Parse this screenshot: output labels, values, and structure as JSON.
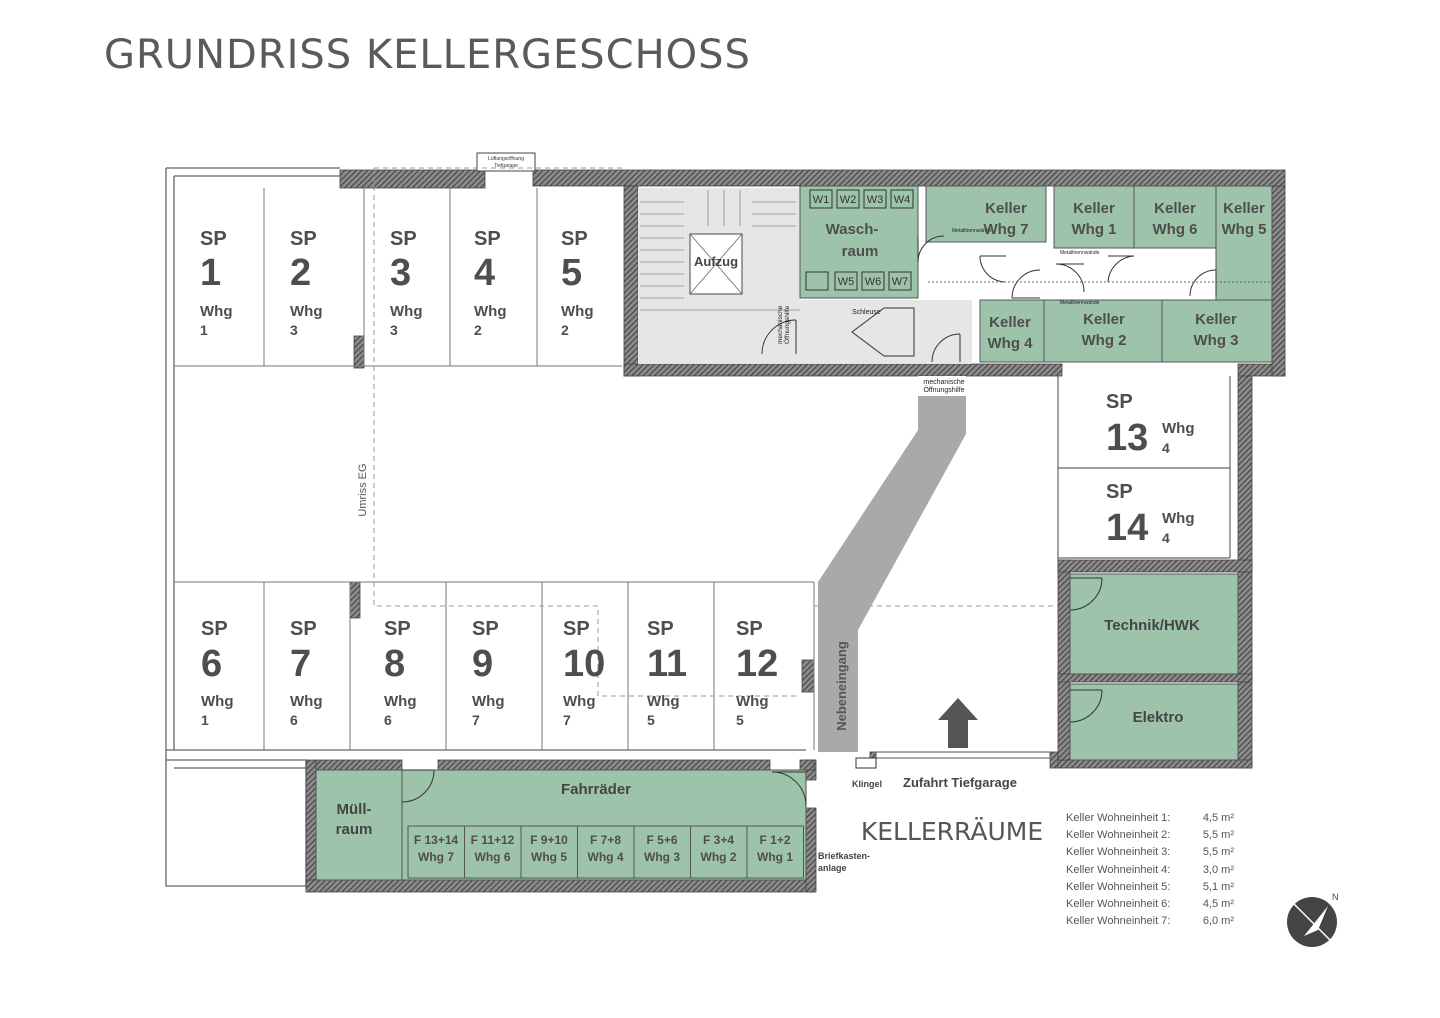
{
  "title": "GRUNDRISS KELLERGESCHOSS",
  "section_label": "KELLERRÄUME",
  "parking_top": [
    {
      "sp": "SP",
      "num": "1",
      "whg": "Whg",
      "unit": "1"
    },
    {
      "sp": "SP",
      "num": "2",
      "whg": "Whg",
      "unit": "3"
    },
    {
      "sp": "SP",
      "num": "3",
      "whg": "Whg",
      "unit": "3"
    },
    {
      "sp": "SP",
      "num": "4",
      "whg": "Whg",
      "unit": "2"
    },
    {
      "sp": "SP",
      "num": "5",
      "whg": "Whg",
      "unit": "2"
    }
  ],
  "parking_bottom": [
    {
      "sp": "SP",
      "num": "6",
      "whg": "Whg",
      "unit": "1"
    },
    {
      "sp": "SP",
      "num": "7",
      "whg": "Whg",
      "unit": "6"
    },
    {
      "sp": "SP",
      "num": "8",
      "whg": "Whg",
      "unit": "6"
    },
    {
      "sp": "SP",
      "num": "9",
      "whg": "Whg",
      "unit": "7"
    },
    {
      "sp": "SP",
      "num": "10",
      "whg": "Whg",
      "unit": "7"
    },
    {
      "sp": "SP",
      "num": "11",
      "whg": "Whg",
      "unit": "5"
    },
    {
      "sp": "SP",
      "num": "12",
      "whg": "Whg",
      "unit": "5"
    }
  ],
  "parking_right": [
    {
      "sp": "SP",
      "num": "13",
      "whg": "Whg",
      "unit": "4"
    },
    {
      "sp": "SP",
      "num": "14",
      "whg": "Whg",
      "unit": "4"
    }
  ],
  "rooms": {
    "aufzug": "Aufzug",
    "waschraum": [
      "Wasch-",
      "raum"
    ],
    "washers_top": [
      "W1",
      "W2",
      "W3",
      "W4"
    ],
    "washers_bottom": [
      "W5",
      "W6",
      "W7"
    ],
    "schleuse": "Schleuse",
    "mech_hilfe": [
      "mechanische",
      "Öffnungshilfe"
    ],
    "metall": "Metalltrennwände",
    "lueftung": [
      "Lüftungsöffnung",
      "Tiefgarage"
    ],
    "keller": [
      {
        "line1": "Keller",
        "line2": "Whg 7"
      },
      {
        "line1": "Keller",
        "line2": "Whg 1"
      },
      {
        "line1": "Keller",
        "line2": "Whg 6"
      },
      {
        "line1": "Keller",
        "line2": "Whg 5"
      },
      {
        "line1": "Keller",
        "line2": "Whg 4"
      },
      {
        "line1": "Keller",
        "line2": "Whg 2"
      },
      {
        "line1": "Keller",
        "line2": "Whg 3"
      }
    ],
    "technik": "Technik/HWK",
    "elektro": "Elektro",
    "muell": [
      "Müll-",
      "raum"
    ],
    "fahrraeder": "Fahrräder",
    "bikes": [
      {
        "f": "F 13+14",
        "w": "Whg 7"
      },
      {
        "f": "F 11+12",
        "w": "Whg 6"
      },
      {
        "f": "F 9+10",
        "w": "Whg 5"
      },
      {
        "f": "F 7+8",
        "w": "Whg 4"
      },
      {
        "f": "F 5+6",
        "w": "Whg 3"
      },
      {
        "f": "F 3+4",
        "w": "Whg 2"
      },
      {
        "f": "F 1+2",
        "w": "Whg 1"
      }
    ],
    "umriss": "Umriss EG",
    "nebeneingang": "Nebeneingang",
    "zufahrt": "Zufahrt Tiefgarage",
    "klingel": "Klingel",
    "briefkasten": [
      "Briefkasten-",
      "anlage"
    ]
  },
  "legend": [
    {
      "label": "Keller Wohneinheit 1:",
      "value": "4,5 m²"
    },
    {
      "label": "Keller Wohneinheit 2:",
      "value": "5,5 m²"
    },
    {
      "label": "Keller Wohneinheit 3:",
      "value": "5,5 m²"
    },
    {
      "label": "Keller Wohneinheit 4:",
      "value": "3,0 m²"
    },
    {
      "label": "Keller Wohneinheit 5:",
      "value": "5,1 m²"
    },
    {
      "label": "Keller Wohneinheit 6:",
      "value": "4,5 m²"
    },
    {
      "label": "Keller Wohneinheit 7:",
      "value": "6,0 m²"
    }
  ],
  "compass": "N",
  "colors": {
    "green": "#9dc3ab",
    "wall": "#555555",
    "path": "#a9a9a9",
    "stair": "#e6e6e6"
  }
}
